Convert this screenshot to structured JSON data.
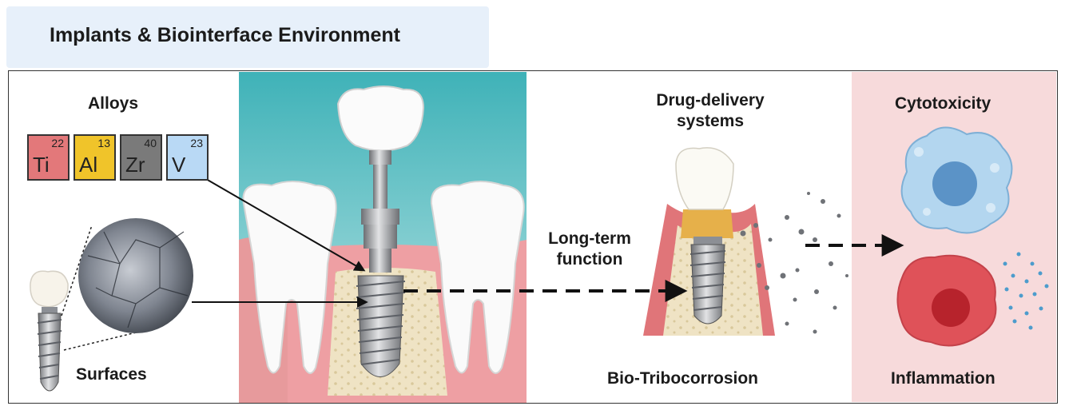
{
  "header": {
    "title": "Implants & Biointerface Environment"
  },
  "labels": {
    "alloys": "Alloys",
    "surfaces": "Surfaces",
    "long_term_line1": "Long-term",
    "long_term_line2": "function",
    "drug_line1": "Drug-delivery",
    "drug_line2": "systems",
    "bio_tribocorrosion": "Bio-Tribocorrosion",
    "cytotoxicity": "Cytotoxicity",
    "inflammation": "Inflammation"
  },
  "elements": [
    {
      "symbol": "Ti",
      "number": "22",
      "color": "#e3787a"
    },
    {
      "symbol": "Al",
      "number": "13",
      "color": "#f0c42a"
    },
    {
      "symbol": "Zr",
      "number": "40",
      "color": "#7a7a7a"
    },
    {
      "symbol": "V",
      "number": "23",
      "color": "#b9d9f5"
    }
  ]
}
